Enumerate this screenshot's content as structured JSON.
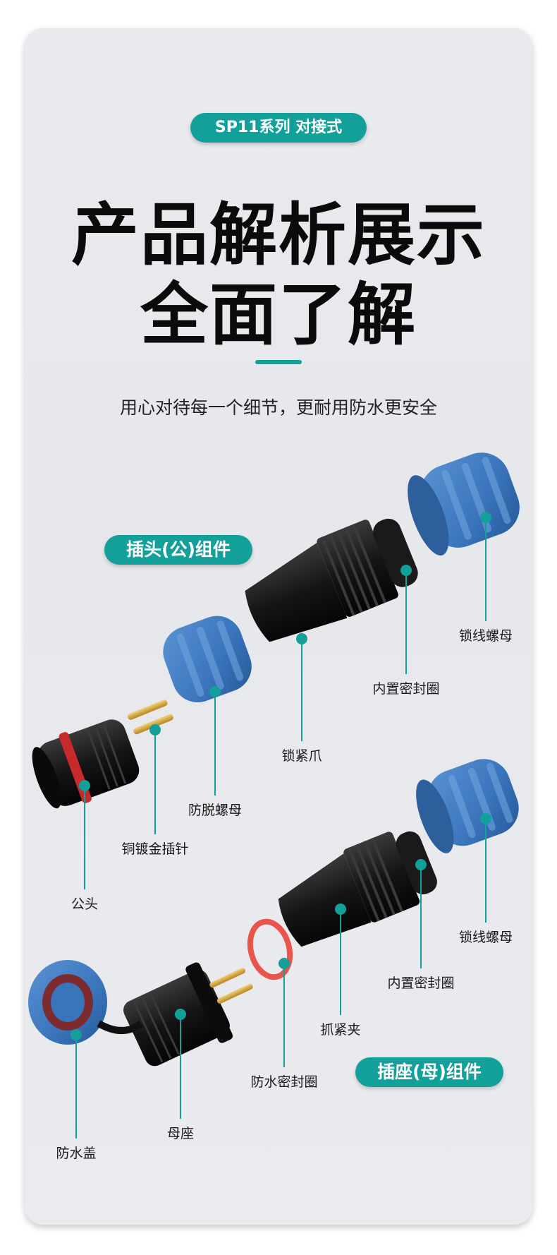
{
  "header": {
    "series_badge": "SP11系列 对接式",
    "title_line1": "产品解析展示",
    "title_line2": "全面了解",
    "subtitle": "用心对待每一个细节，更耐用防水更安全"
  },
  "sections": {
    "plug_title": "插头(公)组件",
    "socket_title": "插座(母)组件"
  },
  "plug_parts": {
    "lock_nut": "锁线螺母",
    "inner_seal": "内置密封圈",
    "clamp_claw": "锁紧爪",
    "anti_loose_nut": "防脱螺母",
    "gold_pin": "铜镀金插针",
    "male_head": "公头"
  },
  "socket_parts": {
    "lock_nut": "锁线螺母",
    "inner_seal": "内置密封圈",
    "grip_clip": "抓紧夹",
    "waterproof_ring": "防水密封圈",
    "female_base": "母座",
    "waterproof_cap": "防水盖"
  },
  "colors": {
    "accent": "#14a09a",
    "cap_blue": "#3a78c0",
    "body_black": "#141414",
    "ring_red": "#e8554a",
    "pin_gold": "#d9a93a"
  }
}
